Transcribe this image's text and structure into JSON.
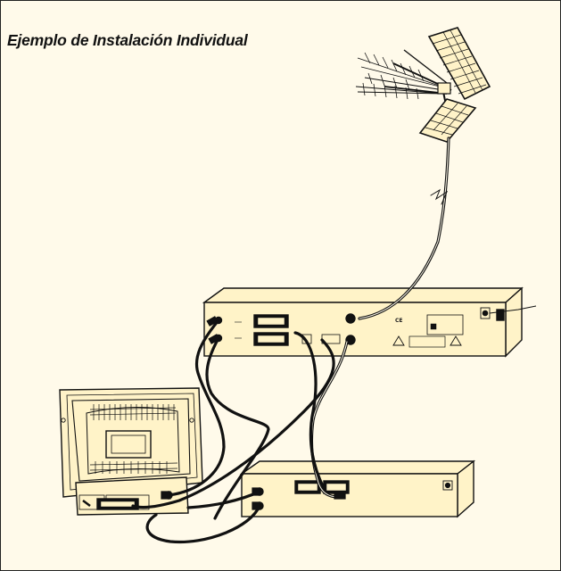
{
  "title": "Ejemplo de Instalación Individual",
  "colors": {
    "background": "#fffaea",
    "device_fill": "#fff3c8",
    "outline": "#111111",
    "cable": "#111111"
  },
  "icons": [
    "antenna-icon",
    "warning-icon",
    "power-socket-icon",
    "ce-mark-icon"
  ],
  "devices": [
    "antenna",
    "receiver",
    "television",
    "video-recorder"
  ]
}
